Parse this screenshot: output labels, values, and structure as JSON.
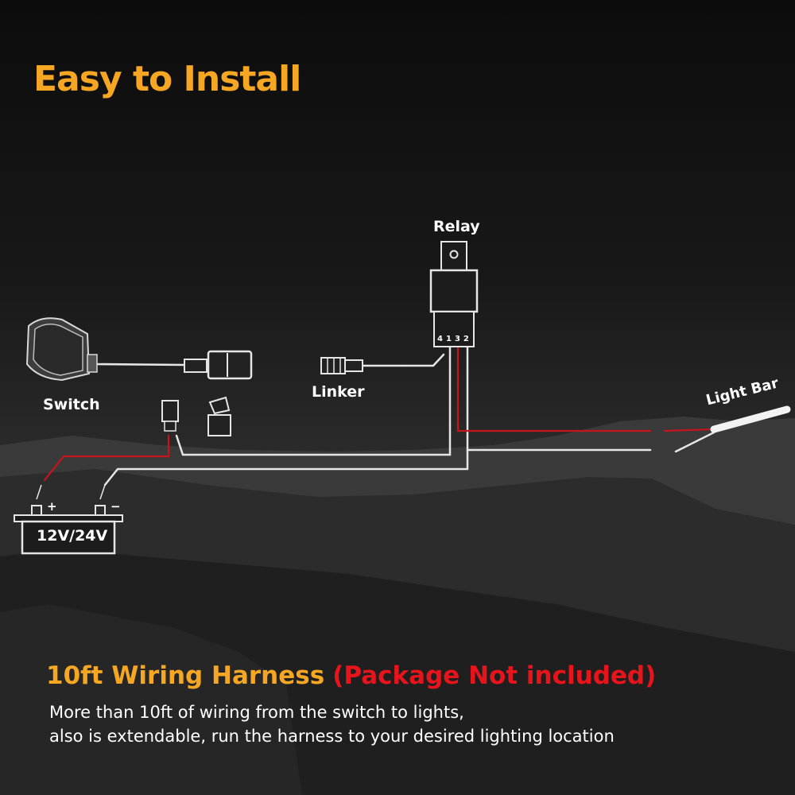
{
  "title": "Easy to Install",
  "labels": {
    "relay": "Relay",
    "switch": "Switch",
    "linker": "Linker",
    "light_bar": "Light Bar",
    "battery": "12V/24V"
  },
  "relay_pins": [
    "4",
    "1",
    "3",
    "2"
  ],
  "battery_terminals": {
    "positive": "+",
    "negative": "−"
  },
  "headline": {
    "main": "10ft Wiring Harness",
    "note": "(Package Not included)"
  },
  "description": [
    "More than 10ft of wiring from the switch to lights,",
    "also is extendable, run the harness to your desired lighting location"
  ],
  "colors": {
    "accent": "#f5a623",
    "warning": "#e8141b",
    "wire_white": "#e6e6e6",
    "wire_red": "#c8141b"
  }
}
